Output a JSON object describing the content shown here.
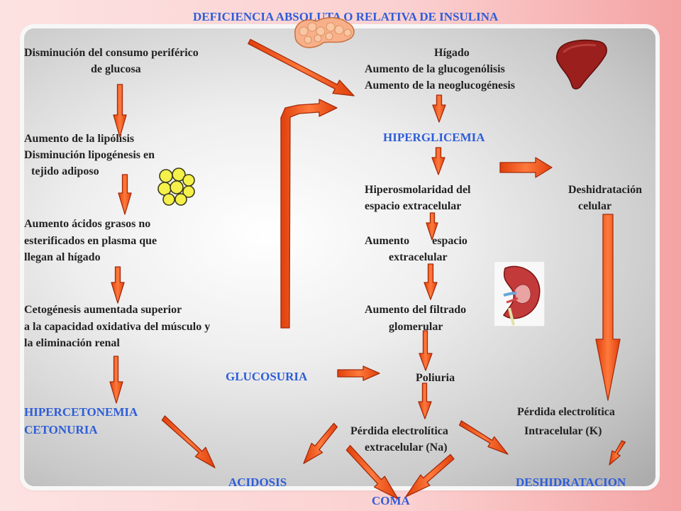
{
  "title": "DEFICIENCIA ABSOLUTA O RELATIVA DE INSULINA",
  "left": {
    "consumo_1": "Disminución del consumo periférico",
    "consumo_2": "de glucosa",
    "lipolisis_1": "Aumento de la lipólisis",
    "lipolisis_2": "Disminución  lipogénesis en",
    "lipolisis_3": "tejido adiposo",
    "acidos_1": "Aumento ácidos grasos no",
    "acidos_2": "esterificados en plasma que",
    "acidos_3": "llegan al hígado",
    "ceto_1": "Cetogénesis aumentada superior",
    "ceto_2": "a la capacidad oxidativa del músculo y",
    "ceto_3": "la eliminación renal",
    "hipercetonemia": "HIPERCETONEMIA",
    "cetonuria": "CETONURIA"
  },
  "right": {
    "higado": "Hígado",
    "gluco_1": "Aumento de la glucogenólisis",
    "gluco_2": "Aumento de la neoglucogénesis",
    "hiperglicemia": "HIPERGLICEMIA",
    "hiperos_1": "Hiperosmolaridad del",
    "hiperos_2": "espacio extracelular",
    "deshid_1": "Deshidratación",
    "deshid_2": "celular",
    "espacio_1": "Aumento        espacio",
    "espacio_2": "extracelular",
    "filtrado_1": "Aumento del filtrado",
    "filtrado_2": "glomerular",
    "glucosuria": "GLUCOSURIA",
    "poliuria": "Poliuria",
    "perdida_intra_1": "Pérdida electrolítica",
    "perdida_intra_2": "Intracelular (K)",
    "perdida_extra_1": "Pérdida electrolítica",
    "perdida_extra_2": "extracelular (Na)"
  },
  "outcomes": {
    "acidosis": "ACIDOSIS",
    "deshidratacion": "DESHIDRATACION",
    "coma": "COMA"
  },
  "colors": {
    "arrow_fill": "#f25a1c",
    "arrow_stroke": "#a52a0a",
    "blue_text": "#2e5dd8",
    "title_text": "#2e5dd8"
  },
  "icons": [
    "pancreas-icon",
    "liver-icon",
    "fat-cells-icon",
    "kidney-icon"
  ]
}
